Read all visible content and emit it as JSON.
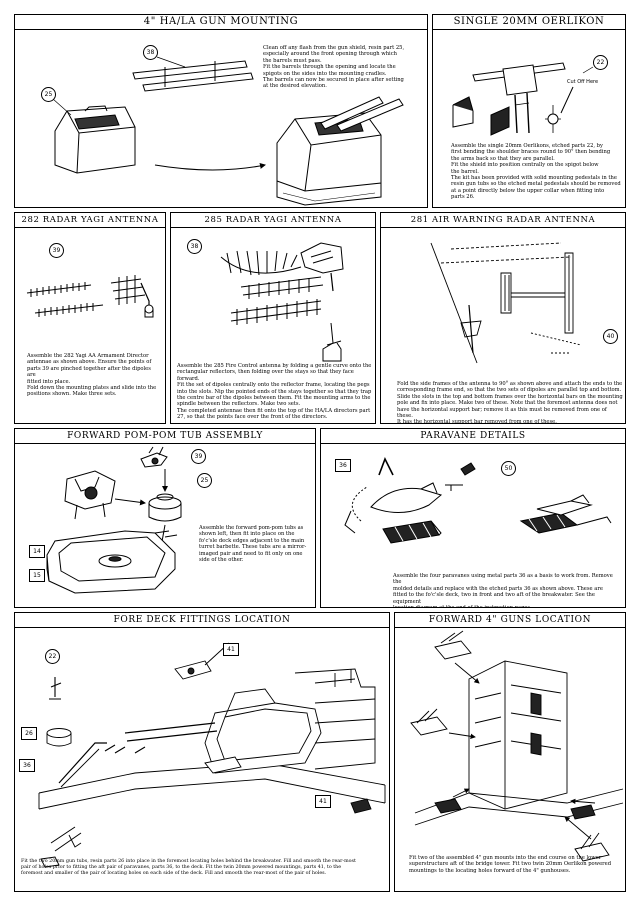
{
  "panels": {
    "gun_mounting": {
      "title": "4\" HA/LA GUN MOUNTING",
      "callouts": [
        "38",
        "25"
      ],
      "text": "Clean off any flash from the gun shield, resin part 25,\nespecially around the front opening through which\nthe barrels must pass.\nFit the barrels through the opening and locate the\nspigots on the sides into the mounting cradles.\nThe barrels can now be secured in place after setting\nat the desired elevation."
    },
    "oerlikon": {
      "title": "SINGLE 20MM OERLIKON",
      "callouts": [
        "22"
      ],
      "label": "Cut Off Here",
      "text": "Assemble the single 20mm Oerlikons, etched parts 22, by\nfirst bending the shoulder braces round to 90° then bending\nthe arms back so that they are parallel.\nFit the shield into position centrally on the spigot below\nthe barrel.\nThe kit has been provided with solid mounting pedestals in the\nresin gun tubs so the etched metal pedestals should be removed\nat a point directly below the upper collar when fitting into\nparts 26."
    },
    "radar_282": {
      "title": "282 RADAR YAGI ANTENNA",
      "callouts": [
        "39"
      ],
      "text": "Assemble the 282 Yagi AA Armament Director\nantennae as shown above. Ensure the points of\nparts 39 are pinched together after the dipoles are\nfitted into place.\nFold down the mounting plates and slide into the\npositions shown. Make three sets."
    },
    "radar_285": {
      "title": "285 RADAR YAGI ANTENNA",
      "callouts": [
        "38"
      ],
      "text": "Assemble the 285 Fire Control antenna by folding a gentle curve onto the\nrectangular reflectors, then folding over the stays so that they face forward.\nFit the set of dipoles centrally onto the reflector frame, locating the pegs\ninto the slots. Nip the pointed ends of the stays together so that they trap\nthe centre bar of the dipoles between them. Fit the mounting arms to the\nspindle between the reflectors. Make two sets.\nThe completed antennae then fit onto the top of the HA/LA directors part\n27, so that the points face over the front of the directors."
    },
    "radar_281": {
      "title": "281 AIR WARNING RADAR ANTENNA",
      "callouts": [
        "40"
      ],
      "text": "Fold the side frames of the antenna to 90° as shown above and attach the ends to the\ncorresponding frame end, so that the two sets of dipoles are parallel top and bottom.\nSlide the slots in the top and bottom frames over the horizontal bars on the mounting\npole and fix into place. Make two of these. Note that the foremost antenna does not\nhave the horizontal support bar; remove it as this must be removed from one of these.\nIt has the horizontal support bar removed from one of these."
    },
    "pompom": {
      "title": "FORWARD POM-POM TUB ASSEMBLY",
      "callouts": [
        "39",
        "25"
      ],
      "tags": [
        "14",
        "15"
      ],
      "text": "Assemble the forward pom-pom tubs as\nshown left, then fit into place on the\nfo'c'sle deck edges adjacent to the main\nturret barbette. These tubs are a mirror-\nimaged pair and need to fit only on one\nside of the other."
    },
    "paravane": {
      "title": "PARAVANE DETAILS",
      "tags": [
        "36"
      ],
      "callouts": [
        "50"
      ],
      "text": "Assemble the four paravanes using metal parts 36 as a basis to work from. Remove the\nmolded details and replace with the etched parts 36 as shown above. These are\nfitted to the fo'c'sle deck, two in front and two aft of the breakwater. See the equipment\nlocation diagram at the end of the instruction pages."
    },
    "fore_deck": {
      "title": "FORE DECK FITTINGS LOCATION",
      "callouts": [
        "22"
      ],
      "tags": [
        "41",
        "26",
        "36",
        "41"
      ],
      "text": "Fit the two 20mm gun tubs, resin parts 26 into place in the foremost locating holes behind the breakwater. Fill and smooth the rear-most\npair of holes prior to fitting the aft pair of paravanes, parts 36, to the deck. Fit the twin 20mm powered mountings, parts 41, to the\nforemost and smaller of the pair of locating holes on each side of the deck. Fill and smooth the rear-most of the pair of holes."
    },
    "forward_guns": {
      "title": "FORWARD 4\" GUNS LOCATION",
      "text": "Fit two of the assembled 4\" gun mounts into the end course on the lower\nsuperstructure aft of the bridge tower. Fit two twin 20mm Oerlikon powered\nmountings to the locating holes forward of the 4\" gunhouses."
    }
  }
}
